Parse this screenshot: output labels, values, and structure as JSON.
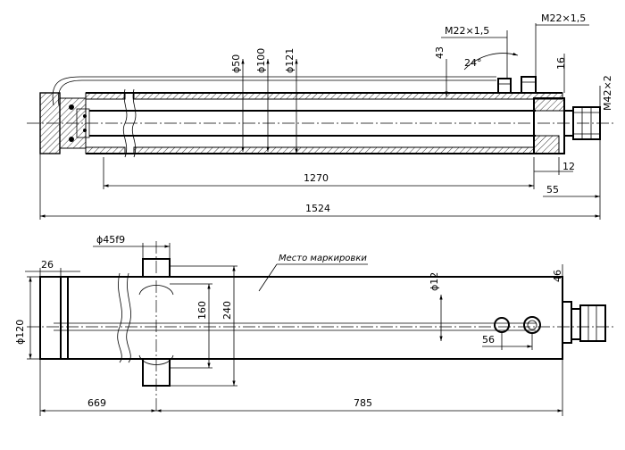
{
  "top_view": {
    "port_left_thread": "M22×1,5",
    "port_right_thread": "M22×1,5",
    "port_angle": "24°",
    "port_offset": "43",
    "port_height": "16",
    "rod_thread": "M42×2",
    "dia_rod": "ϕ50",
    "dia_bore": "ϕ100",
    "dia_outer": "ϕ121",
    "len_stroke": "1270",
    "len_total": "1524",
    "len_end": "12",
    "len_rod_end": "55"
  },
  "bottom_view": {
    "trunnion_dia": "ϕ45f9",
    "end_offset": "26",
    "tube_dia": "ϕ120",
    "trunnion_inner": "160",
    "trunnion_outer": "240",
    "hole_dia": "ϕ12",
    "port_dim": "56",
    "rod_end": "46",
    "len_left": "669",
    "len_right": "785",
    "marking_label": "Место маркировки"
  }
}
